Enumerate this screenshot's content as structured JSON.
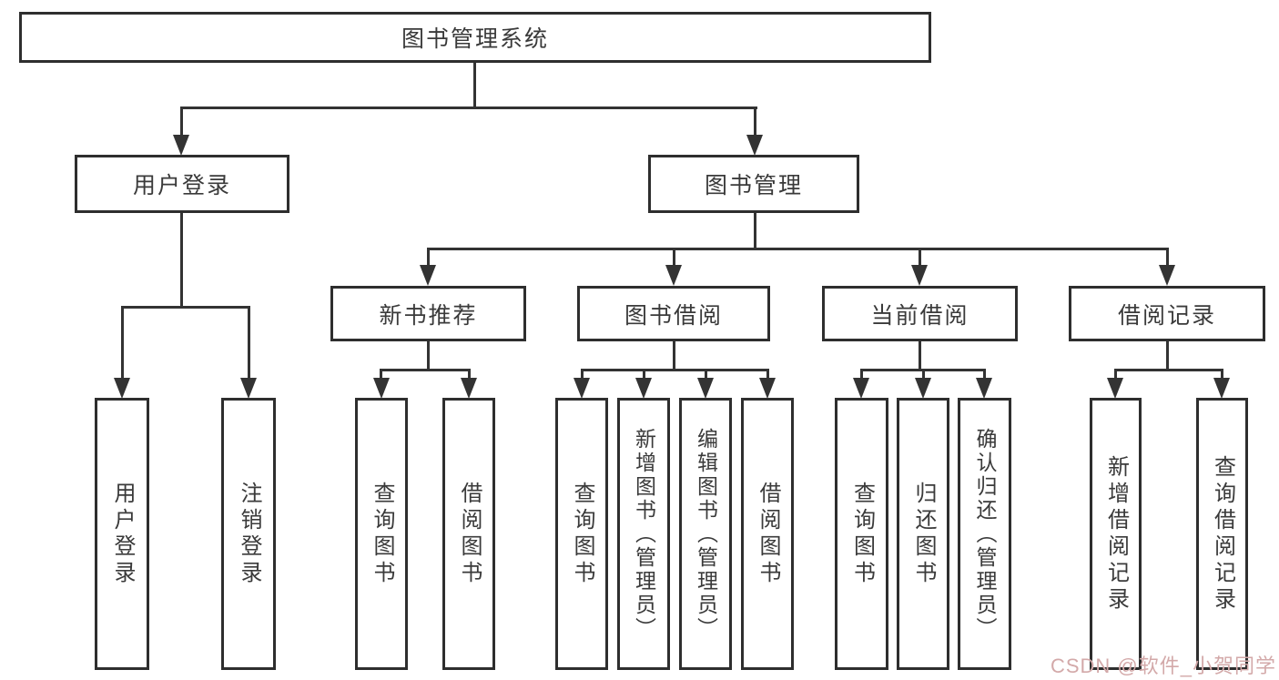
{
  "page": {
    "background": "#ffffff",
    "line_color": "#333333",
    "border_color": "#2e2e2e",
    "text_color": "#3a3a3a",
    "watermark_color": "#d3a9a9"
  },
  "watermark": {
    "text": "CSDN @软件_小贺同学"
  },
  "tree": {
    "root": {
      "label": "图书管理系统"
    },
    "level2": [
      {
        "label": "用户登录"
      },
      {
        "label": "图书管理"
      }
    ],
    "level3": [
      {
        "label": "新书推荐"
      },
      {
        "label": "图书借阅"
      },
      {
        "label": "当前借阅"
      },
      {
        "label": "借阅记录"
      }
    ],
    "leaves": {
      "userLogin": [
        "用户登录",
        "注销登录"
      ],
      "newBookRec": [
        "查询图书",
        "借阅图书"
      ],
      "bookBorrow": [
        "查询图书",
        "新增图书（管理员）",
        "编辑图书（管理员）",
        "借阅图书"
      ],
      "currentBorrow": [
        "查询图书",
        "归还图书",
        "确认归还（管理员）"
      ],
      "borrowRecord": [
        "新增借阅记录",
        "查询借阅记录"
      ]
    }
  }
}
